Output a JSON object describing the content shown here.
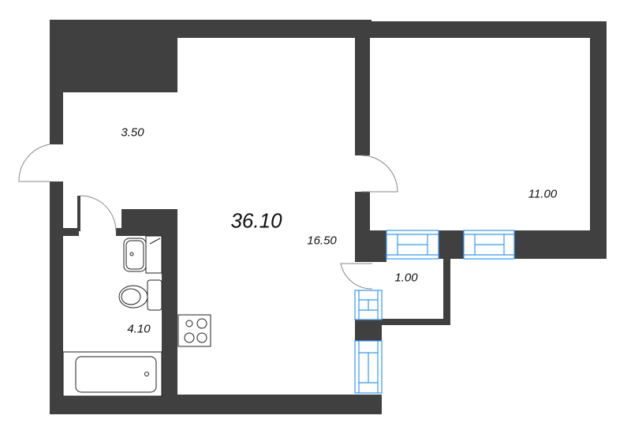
{
  "plan": {
    "total_area": "36.10",
    "rooms": [
      {
        "id": "hallway",
        "area": "3.50"
      },
      {
        "id": "living-kitchen",
        "area": "16.50"
      },
      {
        "id": "bedroom",
        "area": "11.00"
      },
      {
        "id": "balcony",
        "area": "1.00"
      },
      {
        "id": "bathroom",
        "area": "4.10"
      }
    ]
  },
  "colors": {
    "wall": "#404040",
    "window": "#3399ff",
    "background": "#ffffff"
  }
}
